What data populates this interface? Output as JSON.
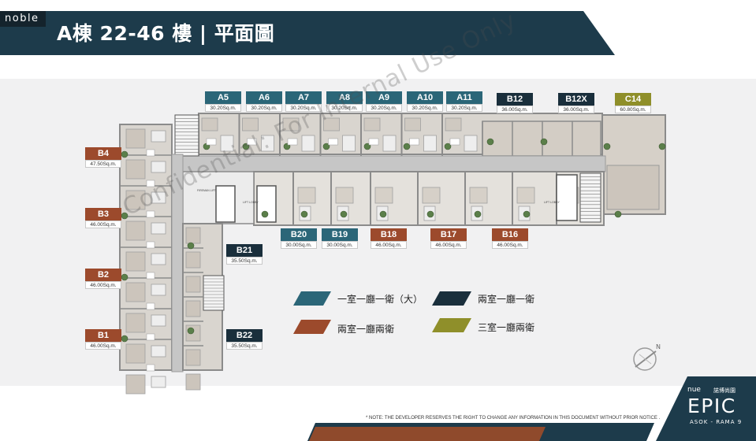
{
  "header": {
    "brand": "noble",
    "title": "A棟 22-46 樓 | 平面圖"
  },
  "units": {
    "top": [
      {
        "code": "A5",
        "area": "30.20Sq.m.",
        "type": "teal"
      },
      {
        "code": "A6",
        "area": "30.20Sq.m.",
        "type": "teal"
      },
      {
        "code": "A7",
        "area": "30.20Sq.m.",
        "type": "teal"
      },
      {
        "code": "A8",
        "area": "30.20Sq.m.",
        "type": "teal"
      },
      {
        "code": "A9",
        "area": "30.20Sq.m.",
        "type": "teal"
      },
      {
        "code": "A10",
        "area": "30.20Sq.m.",
        "type": "teal"
      },
      {
        "code": "A11",
        "area": "30.20Sq.m.",
        "type": "teal"
      },
      {
        "code": "B12",
        "area": "36.00Sq.m.",
        "type": "navy"
      },
      {
        "code": "B12X",
        "area": "36.00Sq.m.",
        "type": "navy"
      },
      {
        "code": "C14",
        "area": "60.80Sq.m.",
        "type": "olive"
      }
    ],
    "left": [
      {
        "code": "B4",
        "area": "47.50Sq.m.",
        "type": "rust"
      },
      {
        "code": "B3",
        "area": "46.00Sq.m.",
        "type": "rust"
      },
      {
        "code": "B2",
        "area": "46.00Sq.m.",
        "type": "rust"
      },
      {
        "code": "B1",
        "area": "46.00Sq.m.",
        "type": "rust"
      }
    ],
    "bottom": [
      {
        "code": "B20",
        "area": "30.00Sq.m.",
        "type": "teal"
      },
      {
        "code": "B19",
        "area": "30.00Sq.m.",
        "type": "teal"
      },
      {
        "code": "B18",
        "area": "46.00Sq.m.",
        "type": "rust"
      },
      {
        "code": "B17",
        "area": "46.00Sq.m.",
        "type": "rust"
      },
      {
        "code": "B16",
        "area": "46.00Sq.m.",
        "type": "rust"
      }
    ],
    "wing": [
      {
        "code": "B21",
        "area": "35.50Sq.m.",
        "type": "navy"
      },
      {
        "code": "B22",
        "area": "35.50Sq.m.",
        "type": "navy"
      }
    ]
  },
  "legend": [
    {
      "label": "一室一廳一衛（大）",
      "color": "#2b6678"
    },
    {
      "label": "兩室一廳一衛",
      "color": "#1a2f3c"
    },
    {
      "label": "兩室一廳兩衛",
      "color": "#9c4a2c"
    },
    {
      "label": "三室一廳兩衛",
      "color": "#8f8f2a"
    }
  ],
  "plan_labels": {
    "lift_lobby": "LIFT LOBBY",
    "lift": "LIFT",
    "fireman_lift": "FIREMAN LIFT",
    "compass_north": "N"
  },
  "watermark": "Confidential: For Internal Use Only",
  "footer": {
    "note": "* NOTE: THE DEVELOPER RESERVES THE RIGHT TO CHANGE ANY INFORMATION IN THIS DOCUMENT WITHOUT PRIOR NOTICE .",
    "logo_small": "nue",
    "logo_small_cn": "諾博尚園",
    "logo_main": "EPIC",
    "logo_sub": "ASOK - RAMA 9"
  },
  "colors": {
    "header_bg": "#1d3b4b",
    "wall": "#8b8b8b",
    "unit_floor": "#d9d5cf",
    "corridor": "#c4c4c4",
    "plant": "#5b7f4a"
  }
}
